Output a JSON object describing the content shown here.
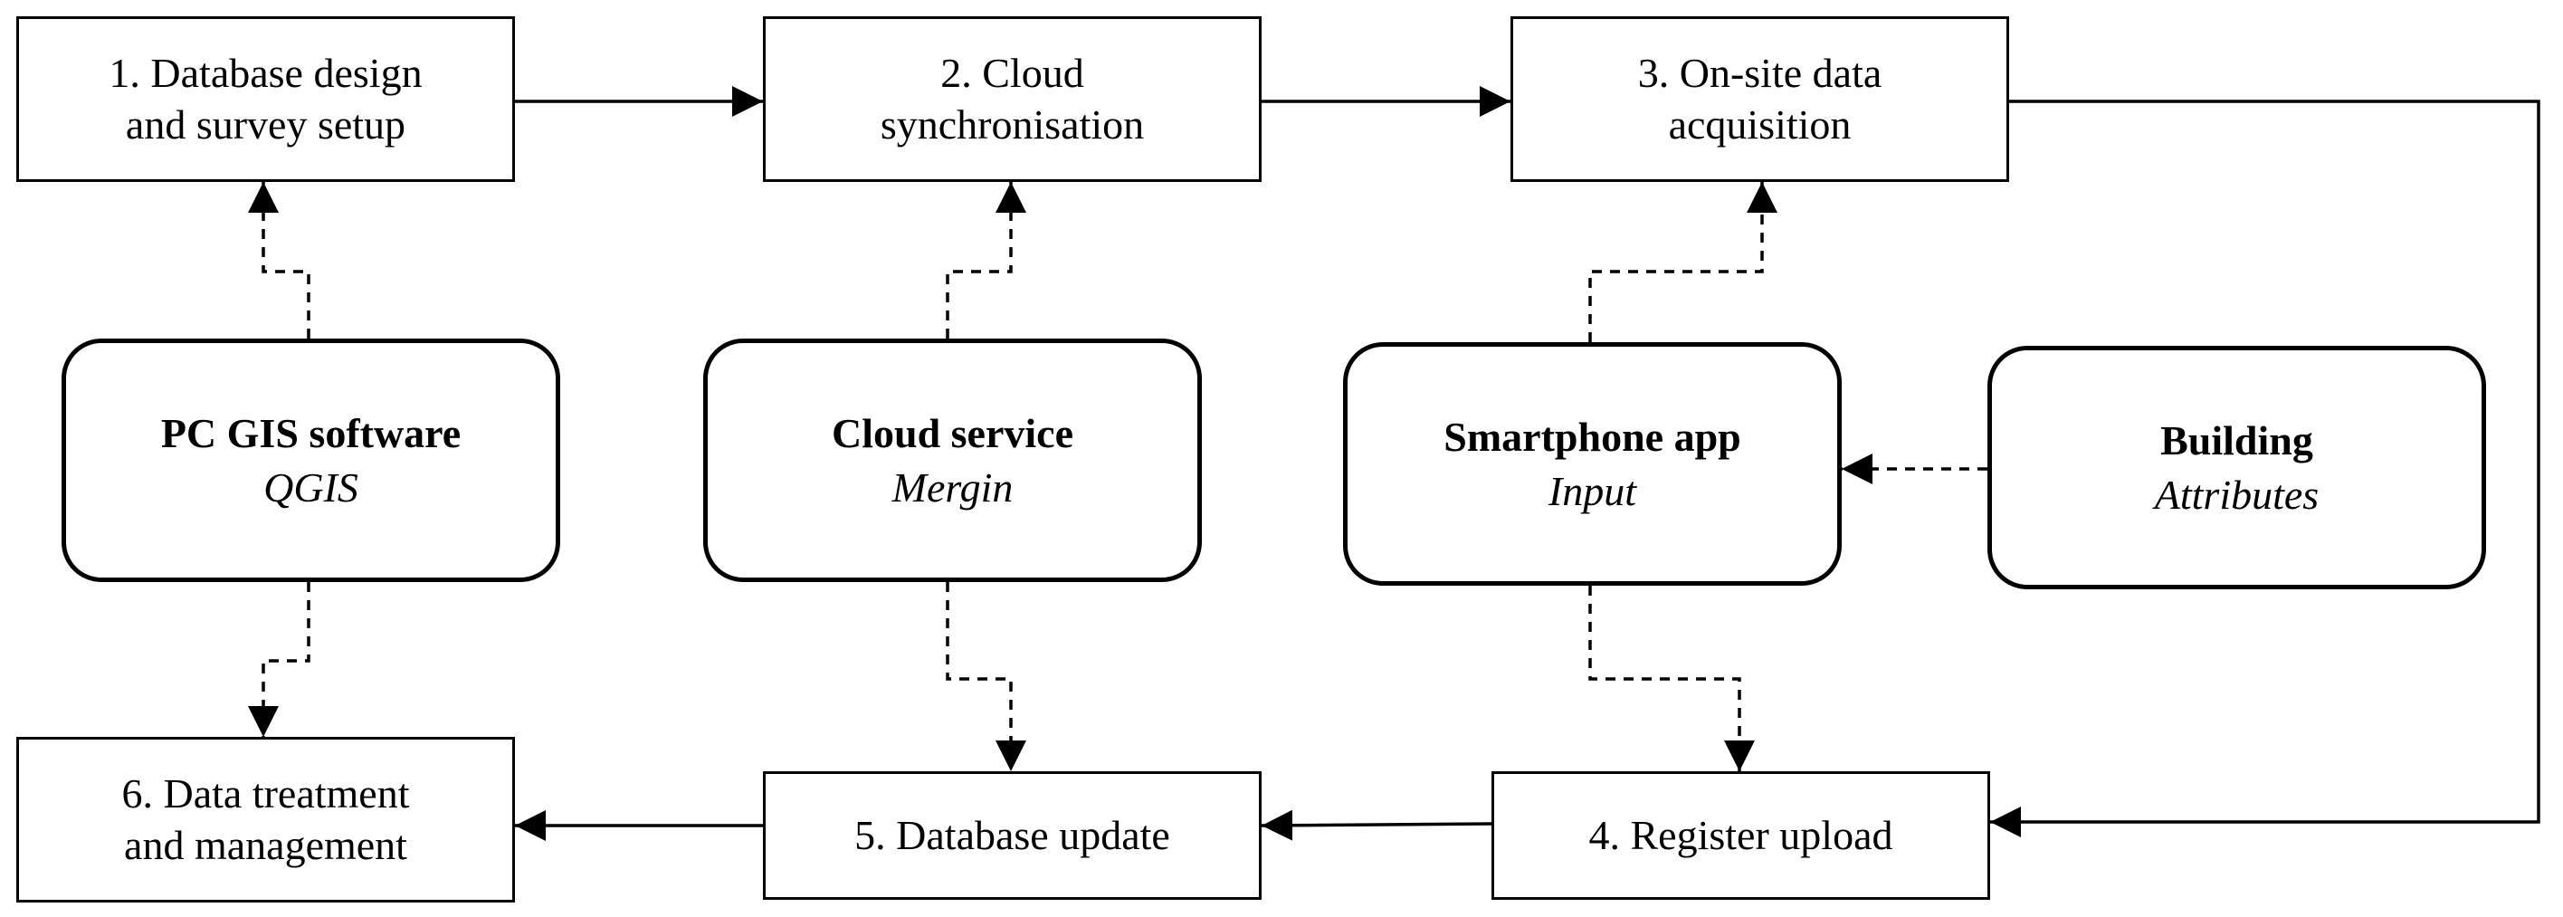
{
  "steps": [
    {
      "id": "1",
      "text": "1. Database design\nand survey setup"
    },
    {
      "id": "2",
      "text": "2. Cloud\nsynchronisation"
    },
    {
      "id": "3",
      "text": "3. On-site data\nacquisition"
    },
    {
      "id": "4",
      "text": "4. Register upload"
    },
    {
      "id": "5",
      "text": "5. Database update"
    },
    {
      "id": "6",
      "text": "6. Data treatment\nand management"
    }
  ],
  "tools": [
    {
      "name": "PC GIS software",
      "sub": "QGIS"
    },
    {
      "name": "Cloud service",
      "sub": "Mergin"
    },
    {
      "name": "Smartphone app",
      "sub": "Input"
    },
    {
      "name": "Building",
      "sub": "Attributes"
    }
  ],
  "colors": {
    "line": "#000000",
    "background": "#ffffff"
  }
}
